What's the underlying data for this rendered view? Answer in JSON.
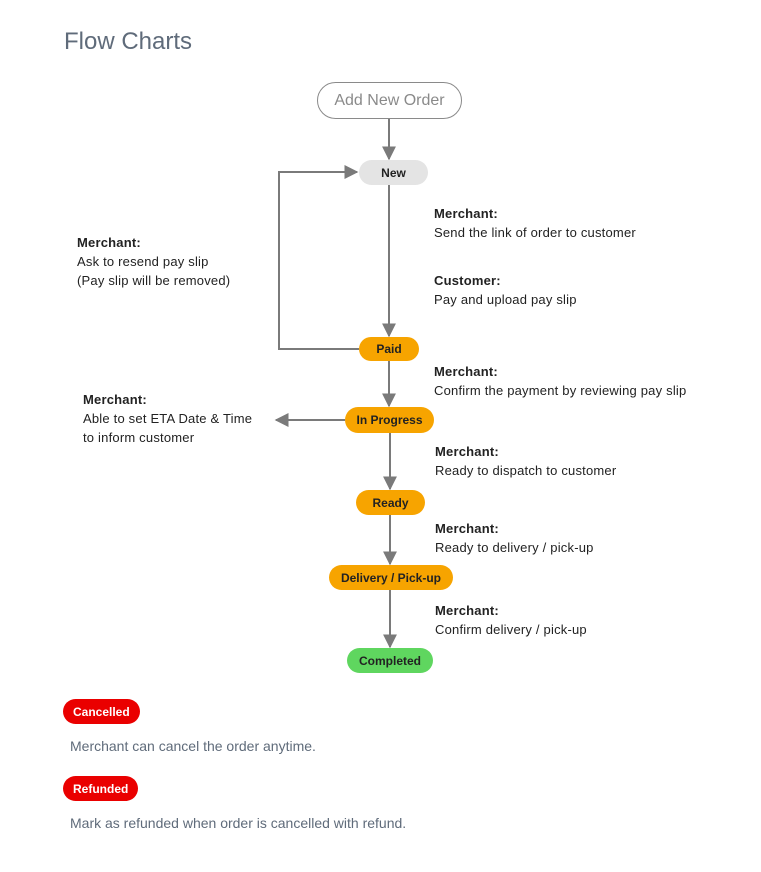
{
  "page_title": "Flow Charts",
  "nodes": {
    "start": "Add New Order",
    "new": "New",
    "paid": "Paid",
    "in_progress": "In Progress",
    "ready": "Ready",
    "delivery": "Delivery / Pick-up",
    "completed": "Completed"
  },
  "notes": {
    "new_merchant": {
      "who": "Merchant:",
      "lines": [
        "Send the link of order to customer"
      ]
    },
    "new_customer": {
      "who": "Customer:",
      "lines": [
        "Pay and upload pay slip"
      ]
    },
    "resend": {
      "who": "Merchant:",
      "lines": [
        "Ask to resend pay slip",
        "(Pay slip will be removed)"
      ]
    },
    "paid_merchant": {
      "who": "Merchant:",
      "lines": [
        "Confirm the payment by reviewing pay slip"
      ]
    },
    "eta": {
      "who": "Merchant:",
      "lines": [
        "Able to set ETA Date & Time",
        "to inform customer"
      ]
    },
    "inprogress_merchant": {
      "who": "Merchant:",
      "lines": [
        "Ready to dispatch to customer"
      ]
    },
    "ready_merchant": {
      "who": "Merchant:",
      "lines": [
        "Ready to delivery / pick-up"
      ]
    },
    "delivery_merchant": {
      "who": "Merchant:",
      "lines": [
        "Confirm delivery / pick-up"
      ]
    }
  },
  "statuses": [
    {
      "label": "Cancelled",
      "description": "Merchant can cancel the order anytime."
    },
    {
      "label": "Refunded",
      "description": "Mark as refunded when order is cancelled with refund."
    }
  ],
  "colors": {
    "pending": "#f7a400",
    "completed": "#5fd65f",
    "new": "#e4e4e4",
    "cancelled": "#ea0000",
    "connector": "#7a7a7a"
  }
}
